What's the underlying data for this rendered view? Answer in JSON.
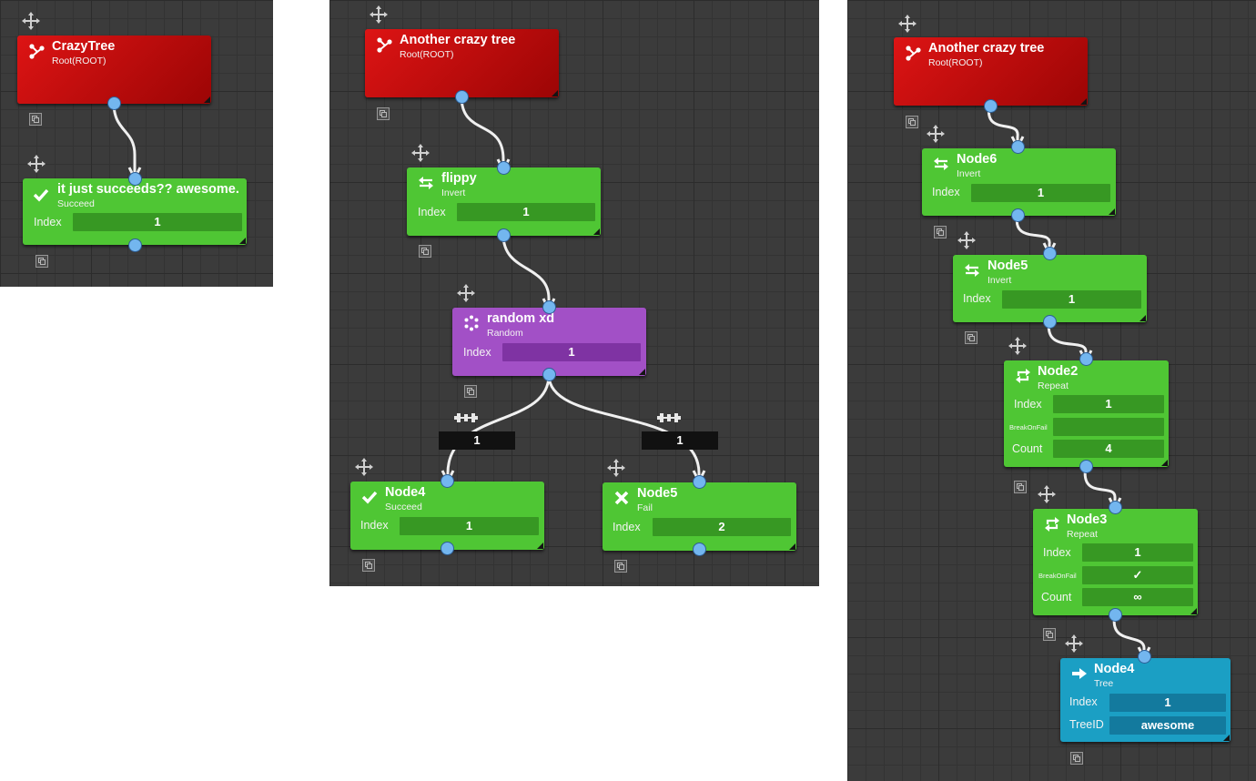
{
  "panel1": {
    "root": {
      "title": "CrazyTree",
      "subtitle": "Root(ROOT)"
    },
    "node1": {
      "title": "it just succeeds?? awesome.",
      "subtitle": "Succeed",
      "index_label": "Index",
      "index_value": "1"
    }
  },
  "panel2": {
    "root": {
      "title": "Another crazy tree",
      "subtitle": "Root(ROOT)"
    },
    "flippy": {
      "title": "flippy",
      "subtitle": "Invert",
      "index_label": "Index",
      "index_value": "1"
    },
    "random": {
      "title": "random xd",
      "subtitle": "Random",
      "index_label": "Index",
      "index_value": "1"
    },
    "weight_left": "1",
    "weight_right": "1",
    "node4": {
      "title": "Node4",
      "subtitle": "Succeed",
      "index_label": "Index",
      "index_value": "1"
    },
    "node5": {
      "title": "Node5",
      "subtitle": "Fail",
      "index_label": "Index",
      "index_value": "2"
    }
  },
  "panel3": {
    "root": {
      "title": "Another crazy tree",
      "subtitle": "Root(ROOT)"
    },
    "node6": {
      "title": "Node6",
      "subtitle": "Invert",
      "index_label": "Index",
      "index_value": "1"
    },
    "node5": {
      "title": "Node5",
      "subtitle": "Invert",
      "index_label": "Index",
      "index_value": "1"
    },
    "node2": {
      "title": "Node2",
      "subtitle": "Repeat",
      "index_label": "Index",
      "index_value": "1",
      "break_label": "BreakOnFail",
      "break_value": "",
      "count_label": "Count",
      "count_value": "4"
    },
    "node3": {
      "title": "Node3",
      "subtitle": "Repeat",
      "index_label": "Index",
      "index_value": "1",
      "break_label": "BreakOnFail",
      "break_value": "✓",
      "count_label": "Count",
      "count_value": "∞"
    },
    "node4": {
      "title": "Node4",
      "subtitle": "Tree",
      "index_label": "Index",
      "index_value": "1",
      "treeid_label": "TreeID",
      "treeid_value": "awesome"
    }
  },
  "colors": {
    "root": "#c00a0a",
    "green": "#4fc634",
    "purple": "#a250c6",
    "cyan": "#1b9fc4",
    "handle": "#73b6ef",
    "wire": "#f0f0f0",
    "canvas": "#3b3b3b"
  },
  "icons": [
    "move-icon",
    "root-icon",
    "check-icon",
    "invert-icon",
    "random-icon",
    "cross-icon",
    "repeat-icon",
    "tree-arrow-icon",
    "collapse-icon",
    "dumbbell-icon"
  ]
}
